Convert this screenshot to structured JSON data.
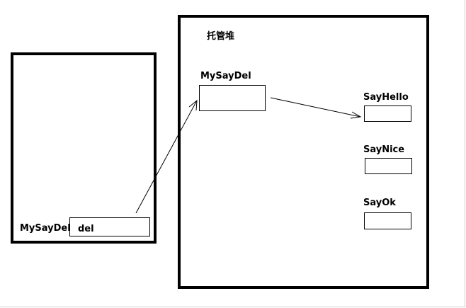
{
  "stack_frame": {
    "variable_type_label": "MySayDel",
    "variable_name": "del"
  },
  "managed_heap": {
    "title": "托管堆",
    "delegate_object_label": "MySayDel",
    "methods": [
      {
        "name": "SayHello"
      },
      {
        "name": "SayNice"
      },
      {
        "name": "SayOk"
      }
    ]
  },
  "colors": {
    "stroke": "#000000",
    "background": "#ffffff"
  }
}
